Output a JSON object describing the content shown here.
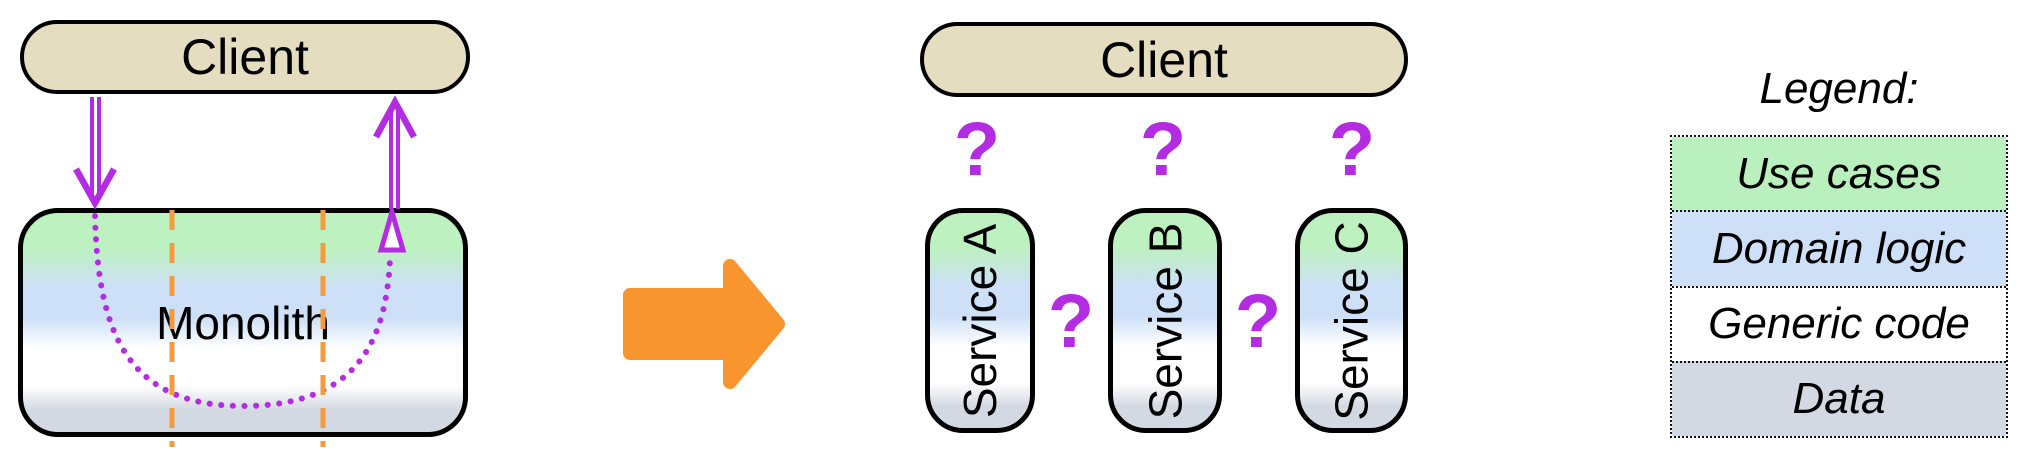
{
  "left_diagram": {
    "client_label": "Client",
    "monolith_label": "Monolith"
  },
  "right_diagram": {
    "client_label": "Client",
    "services": [
      {
        "label": "Service A"
      },
      {
        "label": "Service B"
      },
      {
        "label": "Service C"
      }
    ],
    "question_mark": "?"
  },
  "legend": {
    "title": "Legend:",
    "items": [
      {
        "label": "Use cases",
        "color": "#b9f0bd"
      },
      {
        "label": "Domain logic",
        "color": "#cde0f7"
      },
      {
        "label": "Generic code",
        "color": "#ffffff"
      },
      {
        "label": "Data",
        "color": "#d3d9e2"
      }
    ]
  },
  "colors": {
    "client_fill": "#e4ddbf",
    "outline": "#000000",
    "purple_accent": "#b32ce1",
    "orange_arrow": "#f9952f",
    "orange_split_line": "#f59b3c"
  }
}
